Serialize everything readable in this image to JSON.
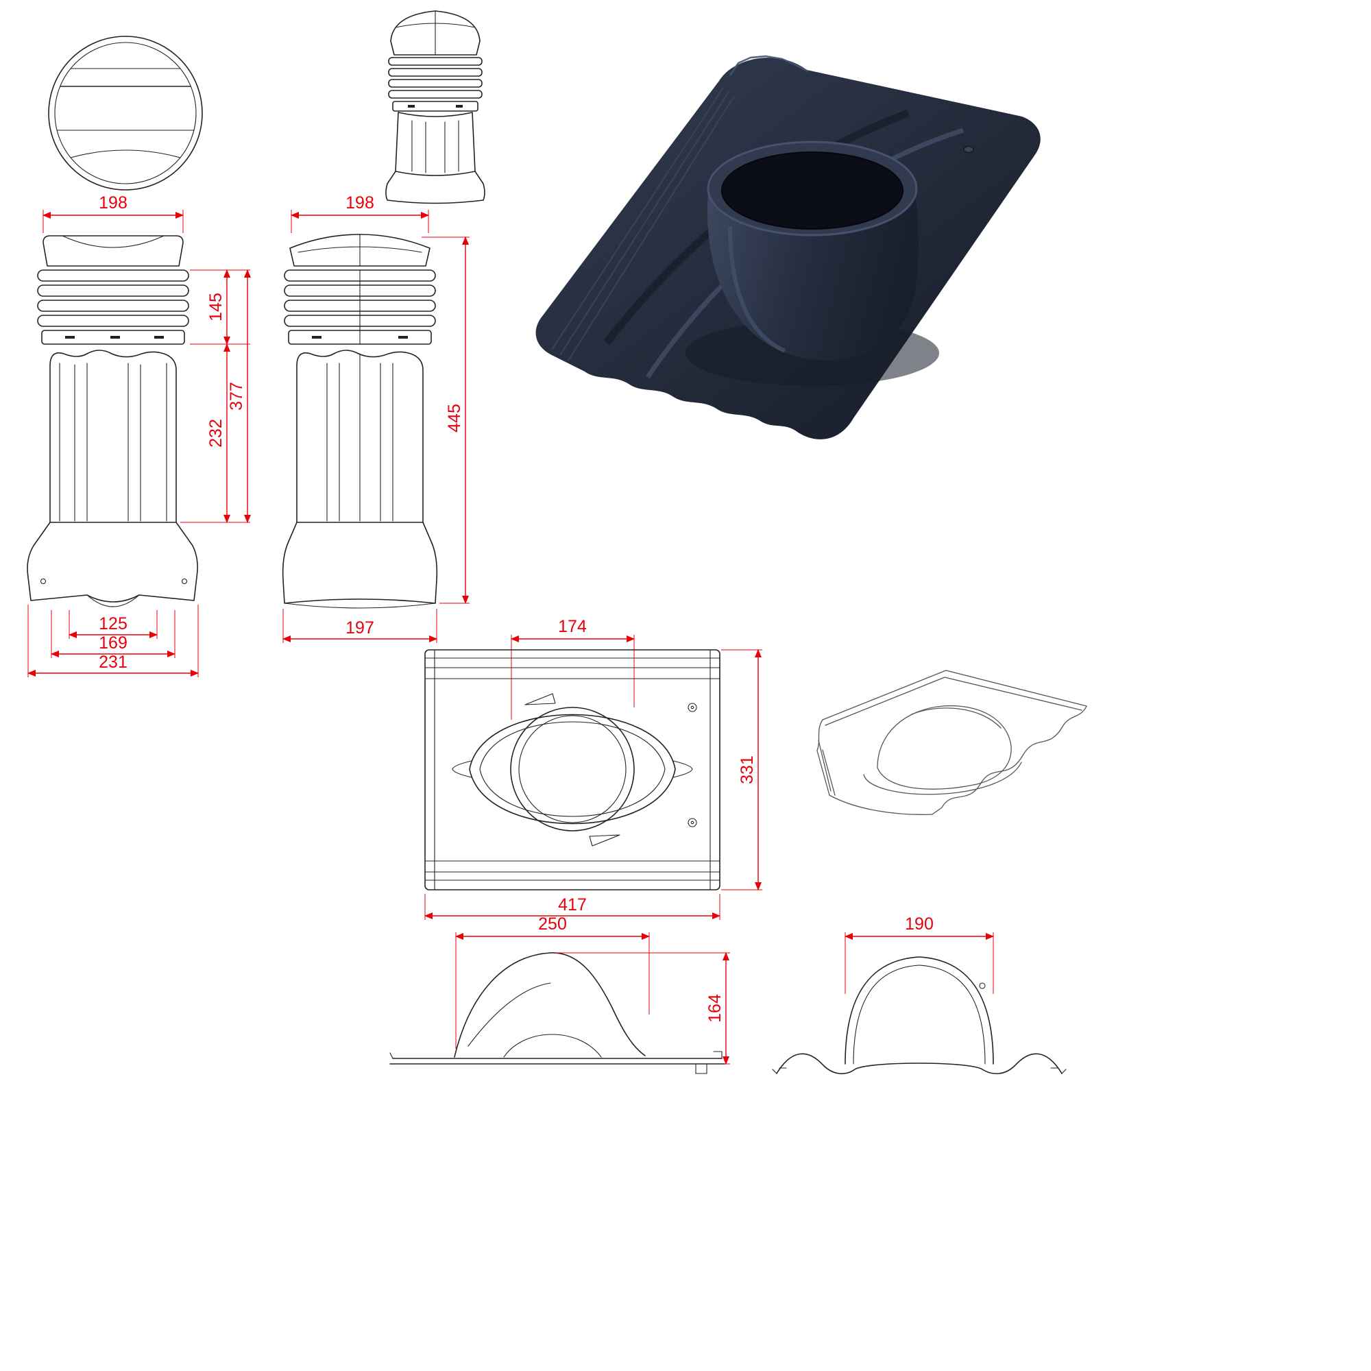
{
  "colors": {
    "dimension": "#e8000a",
    "line": "#222222",
    "render_dark": "#232a39"
  },
  "vent_front": {
    "top_width": "198",
    "louver_height": "145",
    "upper_total_height": "377",
    "body_height": "232",
    "base_inner_width": "125",
    "base_mid_width": "169",
    "base_outer_width": "231"
  },
  "vent_side": {
    "top_width": "198",
    "total_height": "445",
    "base_width": "197"
  },
  "adapter_top": {
    "opening_width": "174",
    "plate_depth": "331",
    "plate_width": "417"
  },
  "adapter_side": {
    "dome_length": "250",
    "height": "164"
  },
  "adapter_front": {
    "dome_width": "190"
  }
}
